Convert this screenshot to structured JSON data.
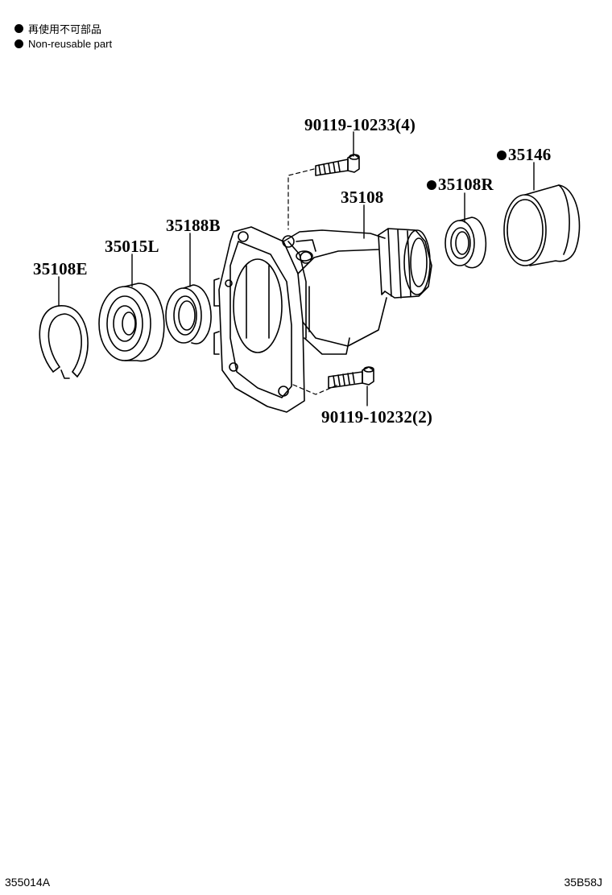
{
  "legend": {
    "items": [
      {
        "text": "再使用不可部品"
      },
      {
        "text": "Non-reusable part"
      }
    ]
  },
  "parts": [
    {
      "id": "p1",
      "label": "90119-10233(4)",
      "non_reusable": false
    },
    {
      "id": "p2",
      "label": "35146",
      "non_reusable": true
    },
    {
      "id": "p3",
      "label": "35108R",
      "non_reusable": true
    },
    {
      "id": "p4",
      "label": "35108",
      "non_reusable": false
    },
    {
      "id": "p5",
      "label": "35188B",
      "non_reusable": false
    },
    {
      "id": "p6",
      "label": "35015L",
      "non_reusable": false
    },
    {
      "id": "p7",
      "label": "35108E",
      "non_reusable": false
    },
    {
      "id": "p8",
      "label": "90119-10232(2)",
      "non_reusable": false
    }
  ],
  "footer": {
    "left_code": "355014A",
    "right_code": "35B58J"
  }
}
